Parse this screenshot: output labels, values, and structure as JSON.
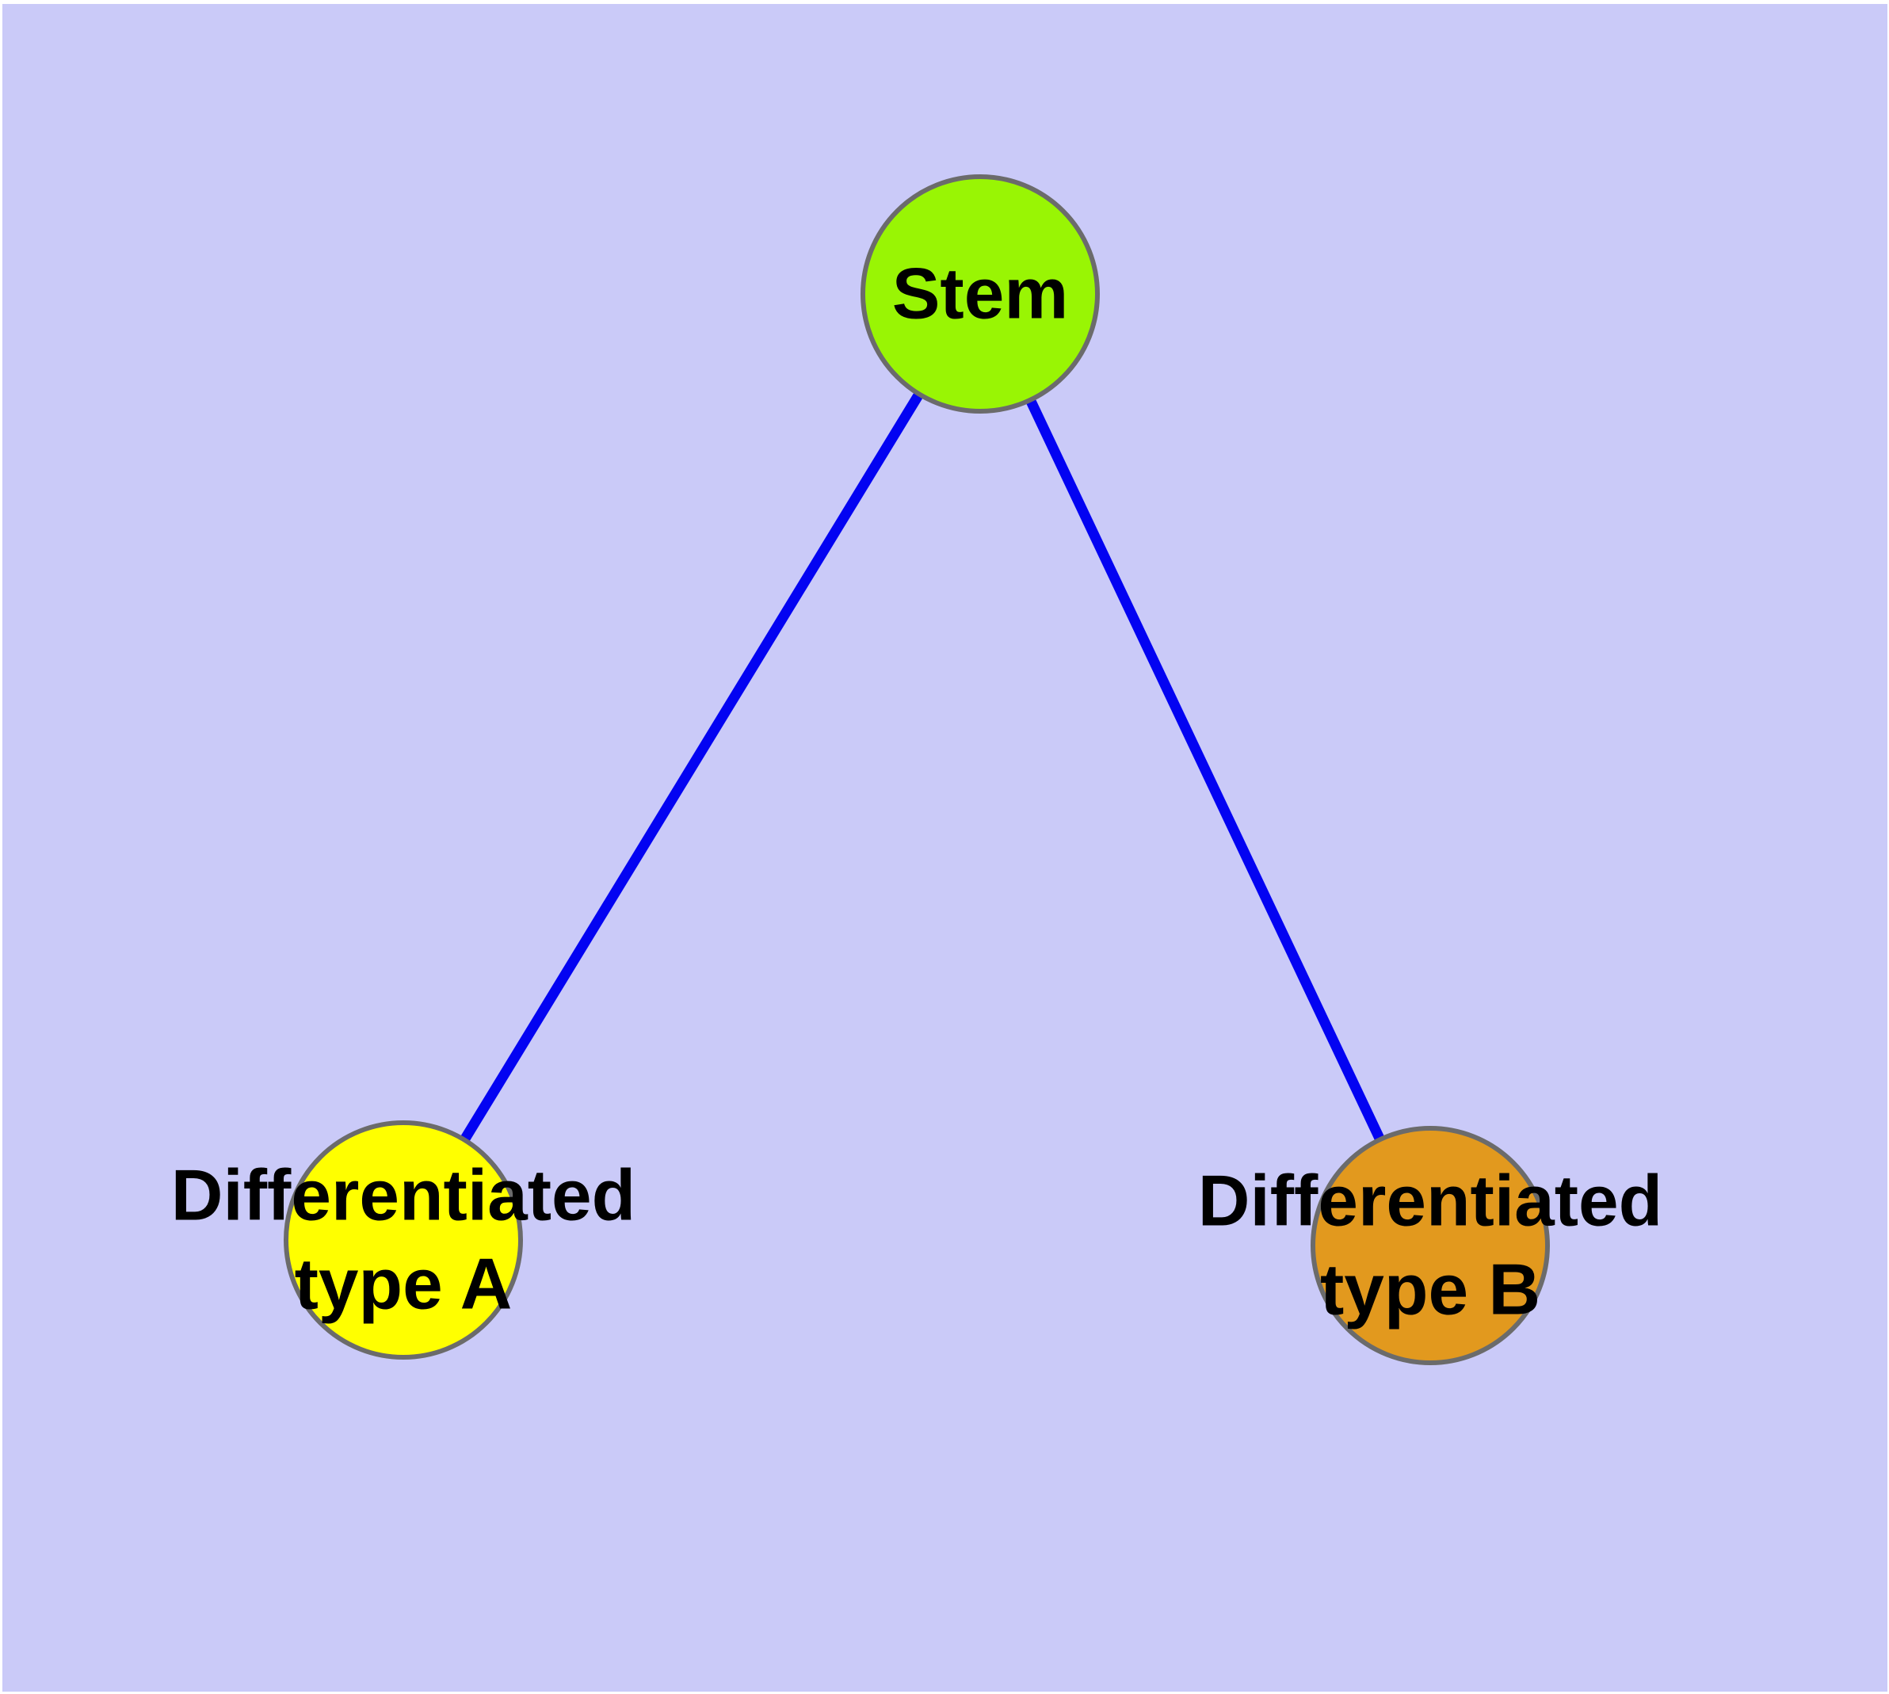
{
  "diagram": {
    "type": "node-link-graph",
    "background_color": "#CACAF8",
    "page_color": "#FFFFFF",
    "edge_color": "#0303F2",
    "node_border_color": "#6B6B6B",
    "text_color": "#000000",
    "nodes": {
      "stem": {
        "label": "Stem",
        "fill": "#99F504"
      },
      "type_a": {
        "label_line1": "Differentiated",
        "label_line2": "type A",
        "fill": "#FFFF00"
      },
      "type_b": {
        "label_line1": "Differentiated",
        "label_line2": "type B",
        "fill": "#E2991E"
      }
    },
    "edges": [
      {
        "from": "Stem",
        "to": "Differentiated type A"
      },
      {
        "from": "Stem",
        "to": "Differentiated type B"
      }
    ]
  }
}
